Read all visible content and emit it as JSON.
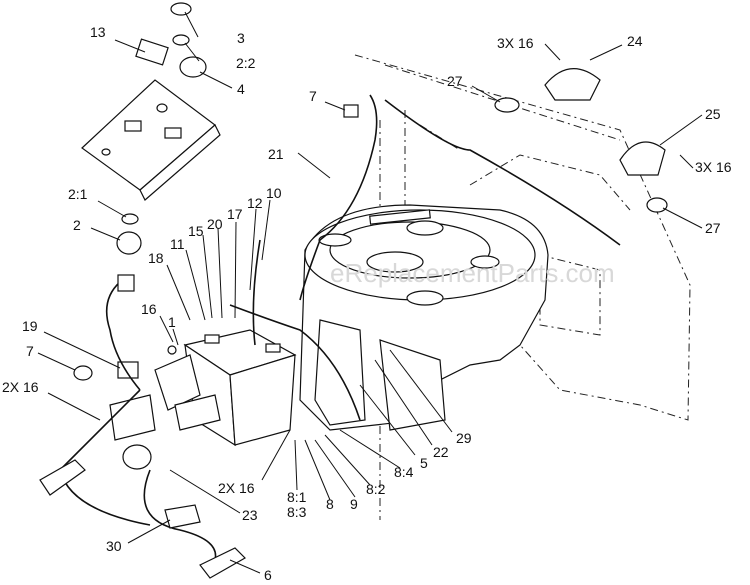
{
  "watermark": "eReplacementParts.com",
  "callouts": {
    "c1": "1",
    "c2": "2",
    "c2_1": "2:1",
    "c2_2": "2:2",
    "c3": "3",
    "c4": "4",
    "c5": "5",
    "c6": "6",
    "c7a": "7",
    "c7b": "7",
    "c8": "8",
    "c8_1": "8:1",
    "c8_2": "8:2",
    "c8_3": "8:3",
    "c8_4": "8:4",
    "c9": "9",
    "c10": "10",
    "c11": "11",
    "c12": "12",
    "c13": "13",
    "c15": "15",
    "c16a": "16",
    "c16_2xa": "2X 16",
    "c16_2xb": "2X 16",
    "c16_3xa": "3X 16",
    "c16_3xb": "3X 16",
    "c17": "17",
    "c18": "18",
    "c19": "19",
    "c20": "20",
    "c21": "21",
    "c22": "22",
    "c23": "23",
    "c24": "24",
    "c25": "25",
    "c27a": "27",
    "c27b": "27",
    "c29": "29",
    "c30": "30"
  }
}
